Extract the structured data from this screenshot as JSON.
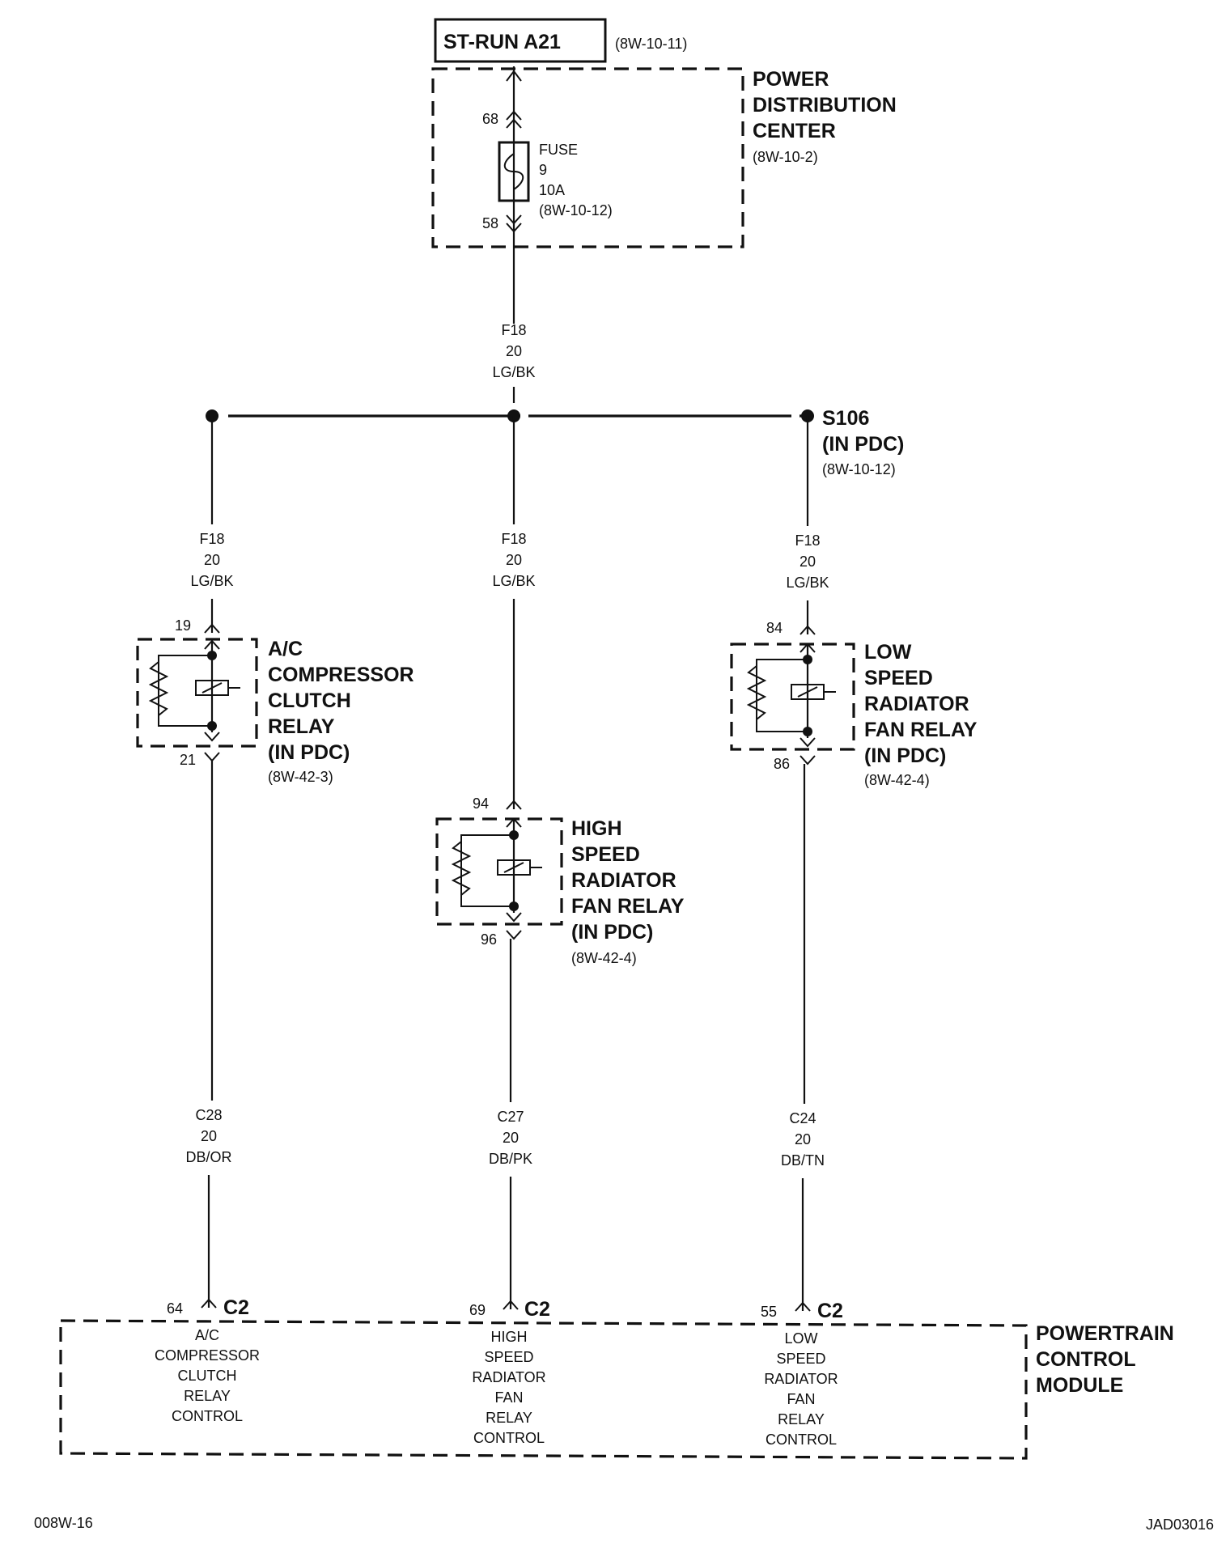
{
  "source_box": {
    "label": "ST-RUN A21",
    "ref": "(8W-10-11)"
  },
  "pdc": {
    "title_lines": [
      "POWER",
      "DISTRIBUTION",
      "CENTER"
    ],
    "ref": "(8W-10-2)",
    "pin_top": "68",
    "pin_bottom": "58",
    "fuse_lines": [
      "FUSE",
      "9",
      "10A",
      "(8W-10-12)"
    ]
  },
  "main_wire": {
    "lines": [
      "F18",
      "20",
      "LG/BK"
    ]
  },
  "splice": {
    "name": "S106",
    "location": "(IN PDC)",
    "ref": "(8W-10-12)"
  },
  "branches": [
    {
      "feed": [
        "F18",
        "20",
        "LG/BK"
      ],
      "relay_pin_in": "19",
      "relay_pin_out": "21",
      "relay_lines": [
        "A/C",
        "COMPRESSOR",
        "CLUTCH",
        "RELAY",
        "(IN PDC)"
      ],
      "relay_ref": "(8W-42-3)",
      "wire_out": [
        "C28",
        "20",
        "DB/OR"
      ],
      "pcm_pin": "64",
      "connector": "C2",
      "pcm_func": [
        "A/C",
        "COMPRESSOR",
        "CLUTCH",
        "RELAY",
        "CONTROL"
      ]
    },
    {
      "feed": [
        "F18",
        "20",
        "LG/BK"
      ],
      "relay_pin_in": "94",
      "relay_pin_out": "96",
      "relay_lines": [
        "HIGH",
        "SPEED",
        "RADIATOR",
        "FAN RELAY",
        "(IN PDC)"
      ],
      "relay_ref": "(8W-42-4)",
      "wire_out": [
        "C27",
        "20",
        "DB/PK"
      ],
      "pcm_pin": "69",
      "connector": "C2",
      "pcm_func": [
        "HIGH",
        "SPEED",
        "RADIATOR",
        "FAN",
        "RELAY",
        "CONTROL"
      ]
    },
    {
      "feed": [
        "F18",
        "20",
        "LG/BK"
      ],
      "relay_pin_in": "84",
      "relay_pin_out": "86",
      "relay_lines": [
        "LOW",
        "SPEED",
        "RADIATOR",
        "FAN RELAY",
        "(IN PDC)"
      ],
      "relay_ref": "(8W-42-4)",
      "wire_out": [
        "C24",
        "20",
        "DB/TN"
      ],
      "pcm_pin": "55",
      "connector": "C2",
      "pcm_func": [
        "LOW",
        "SPEED",
        "RADIATOR",
        "FAN",
        "RELAY",
        "CONTROL"
      ]
    }
  ],
  "pcm": {
    "title_lines": [
      "POWERTRAIN",
      "CONTROL",
      "MODULE"
    ]
  },
  "footer": {
    "left": "008W-16",
    "right": "JAD03016"
  }
}
